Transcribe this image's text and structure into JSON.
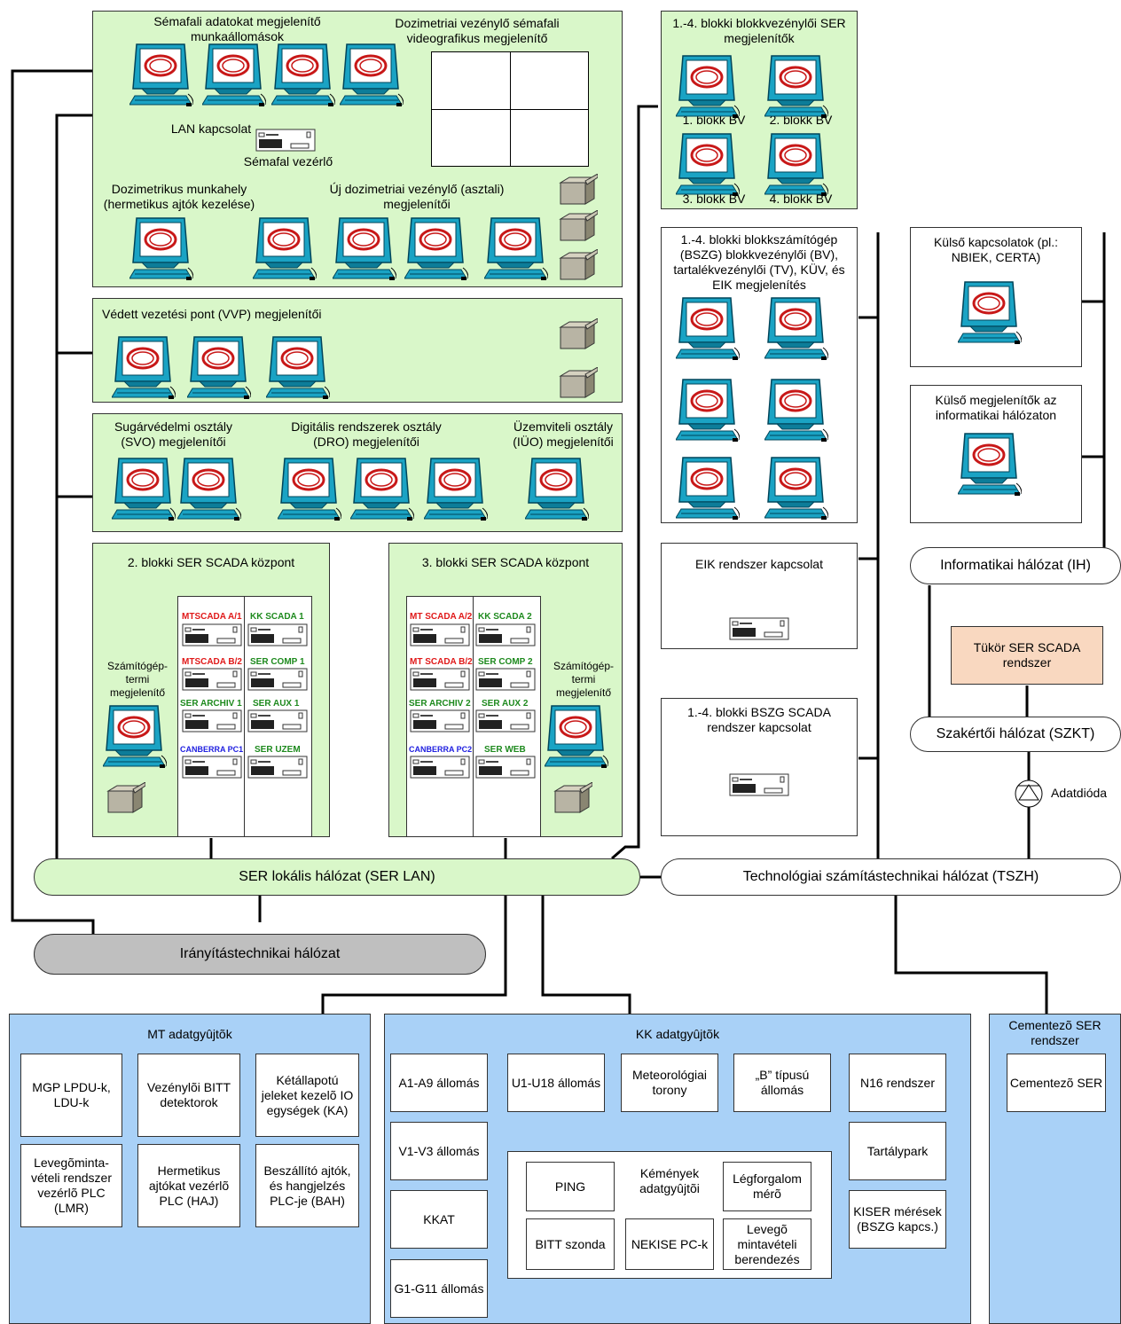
{
  "top": {
    "semafal_ws": "Sémafali adatokat megjelenítő munkaállomások",
    "semafal_video": "Dozimetriai vezénylő sémafali videografikus megjelenítő",
    "lan": "LAN kapcsolat",
    "semafal_ctrl": "Sémafal vezérlő",
    "dozi_munkahely": "Dozimetrikus munkahely (hermetikus ajtók kezelése)",
    "uj_dozi": "Új dozimetriai vezénylő (asztali) megjelenítői"
  },
  "vvp": "Védett vezetési pont (VVP) megjelenítői",
  "osztaly": {
    "svo": "Sugárvédelmi osztály (SVO) megjelenítői",
    "dro": "Digitális rendszerek osztály (DRO) megjelenítői",
    "iuo": "Üzemviteli osztály (IÜO) megjelenítői"
  },
  "scada2": {
    "title": "2. blokki SER SCADA központ",
    "terminal": "Számítógép-termi megjelenítő",
    "racks": [
      "MTSCADA A/1",
      "KK SCADA 1",
      "MTSCADA B/2",
      "SER COMP 1",
      "SER ARCHIV 1",
      "SER AUX 1",
      "CANBERRA PC1",
      "SER UZEM"
    ]
  },
  "scada3": {
    "title": "3. blokki SER SCADA központ",
    "terminal": "Számítógép-termi megjelenítő",
    "racks": [
      "MT SCADA A/2",
      "KK SCADA 2",
      "MT SCADA B/2",
      "SER COMP 2",
      "SER ARCHIV 2",
      "SER AUX 2",
      "CANBERRA PC2",
      "SER WEB"
    ]
  },
  "bv": {
    "title": "1.-4. blokki blokkvezénylői SER megjelenítők",
    "labels": [
      "1. blokk BV",
      "2. blokk BV",
      "3. blokk BV",
      "4. blokk BV"
    ]
  },
  "bszg": "1.-4. blokki blokkszámítógép (BSZG) blokkvezénylői (BV), tartalékvezénylői (TV), KÜV, és EIK megjelenítés",
  "eik": "EIK rendszer kapcsolat",
  "bszg_scada": "1.-4. blokki BSZG SCADA rendszer kapcsolat",
  "kulso_kapcs": "Külső kapcsolatok (pl.: NBIEK, CERTA)",
  "kulso_megj": "Külső megjelenítők az informatikai hálózaton",
  "ih": "Informatikai hálózat (IH)",
  "tukor": "Tükör SER SCADA rendszer",
  "szkt": "Szakértői hálózat (SZKT)",
  "adatdioda": "Adatdióda",
  "serlan": "SER lokális hálózat (SER LAN)",
  "tszh": "Technológiai számítástechnikai hálózat (TSZH)",
  "iranyitas": "Irányítástechnikai hálózat",
  "mt": {
    "title": "MT adatgyûjtõk",
    "items": [
      "MGP LPDU-k, LDU-k",
      "Vezénylõi BITT detektorok",
      "Kétállapotú jeleket kezelõ IO egységek (KA)",
      "Levegõminta-vételi rendszer vezérlõ PLC (LMR)",
      "Hermetikus ajtókat vezérlõ PLC (HAJ)",
      "Beszállító ajtók, és hangjelzés PLC-je (BAH)"
    ]
  },
  "kk": {
    "title": "KK adatgyûjtõk",
    "a1": "A1-A9 állomás",
    "u1": "U1-U18 állomás",
    "meteo": "Meteorológiai torony",
    "btipus": "„B” típusú állomás",
    "n16": "N16 rendszer",
    "v1": "V1-V3 állomás",
    "tartaly": "Tartálypark",
    "kkat": "KKAT",
    "kiser": "KISER mérések (BSZG kapcs.)",
    "g1": "G1-G11 állomás",
    "kemeny": "Kémények adatgyûjtõi",
    "ping": "PING",
    "legforg": "Légforgalom mérõ",
    "bitt": "BITT szonda",
    "nekise": "NEKISE PC-k",
    "levego": "Levegõ mintavételi berendezés"
  },
  "cem": {
    "title": "Cementezõ SER rendszer",
    "item": "Cementezõ SER"
  },
  "colors": {
    "green": "#d9f7c9",
    "blue": "#a9d1f7",
    "grey": "#bfbfbf",
    "orange": "#f9d8c0",
    "monitor": "#1aa3c4"
  }
}
